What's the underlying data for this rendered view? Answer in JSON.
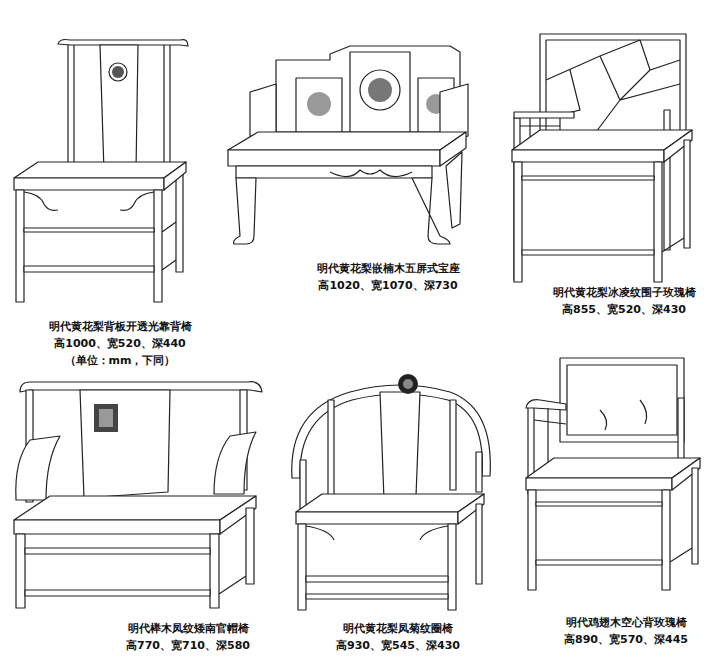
{
  "diagram": {
    "labels": [
      "明代黄花梨背板开透光靠背椅",
      "高1000、宽520、深440",
      "（单位：mm，下同）",
      "明代黄花梨嵌楠木五屏式宝座",
      "高1020、宽1070、深730",
      "明代黄花梨冰凌纹围子玫瑰椅",
      "高855、宽520、深430",
      "明代榉木凤纹矮南官帽椅",
      "高770、宽710、深580",
      "明代黄花梨凤菊纹圈椅",
      "高930、宽545、深430",
      "明代鸡翅木空心背玫瑰椅",
      "高890、宽570、深445"
    ]
  }
}
